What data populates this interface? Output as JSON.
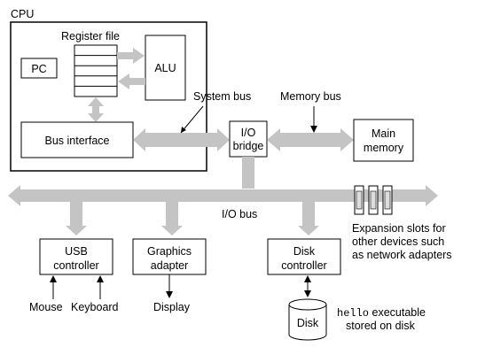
{
  "diagram": {
    "cpu": "CPU",
    "register_file": "Register file",
    "pc": "PC",
    "alu": "ALU",
    "bus_interface": "Bus interface",
    "system_bus": "System bus",
    "memory_bus": "Memory bus",
    "io_bridge_line1": "I/O",
    "io_bridge_line2": "bridge",
    "main_memory_line1": "Main",
    "main_memory_line2": "memory",
    "io_bus": "I/O bus",
    "usb_line1": "USB",
    "usb_line2": "controller",
    "graphics_line1": "Graphics",
    "graphics_line2": "adapter",
    "disk_controller_line1": "Disk",
    "disk_controller_line2": "controller",
    "mouse": "Mouse",
    "keyboard": "Keyboard",
    "display": "Display",
    "disk": "Disk",
    "expansion_line1": "Expansion slots for",
    "expansion_line2": "other devices such",
    "expansion_line3": "as network adapters",
    "hello_code": "hello",
    "hello_rest": " executable",
    "hello_line2": "stored on disk"
  }
}
